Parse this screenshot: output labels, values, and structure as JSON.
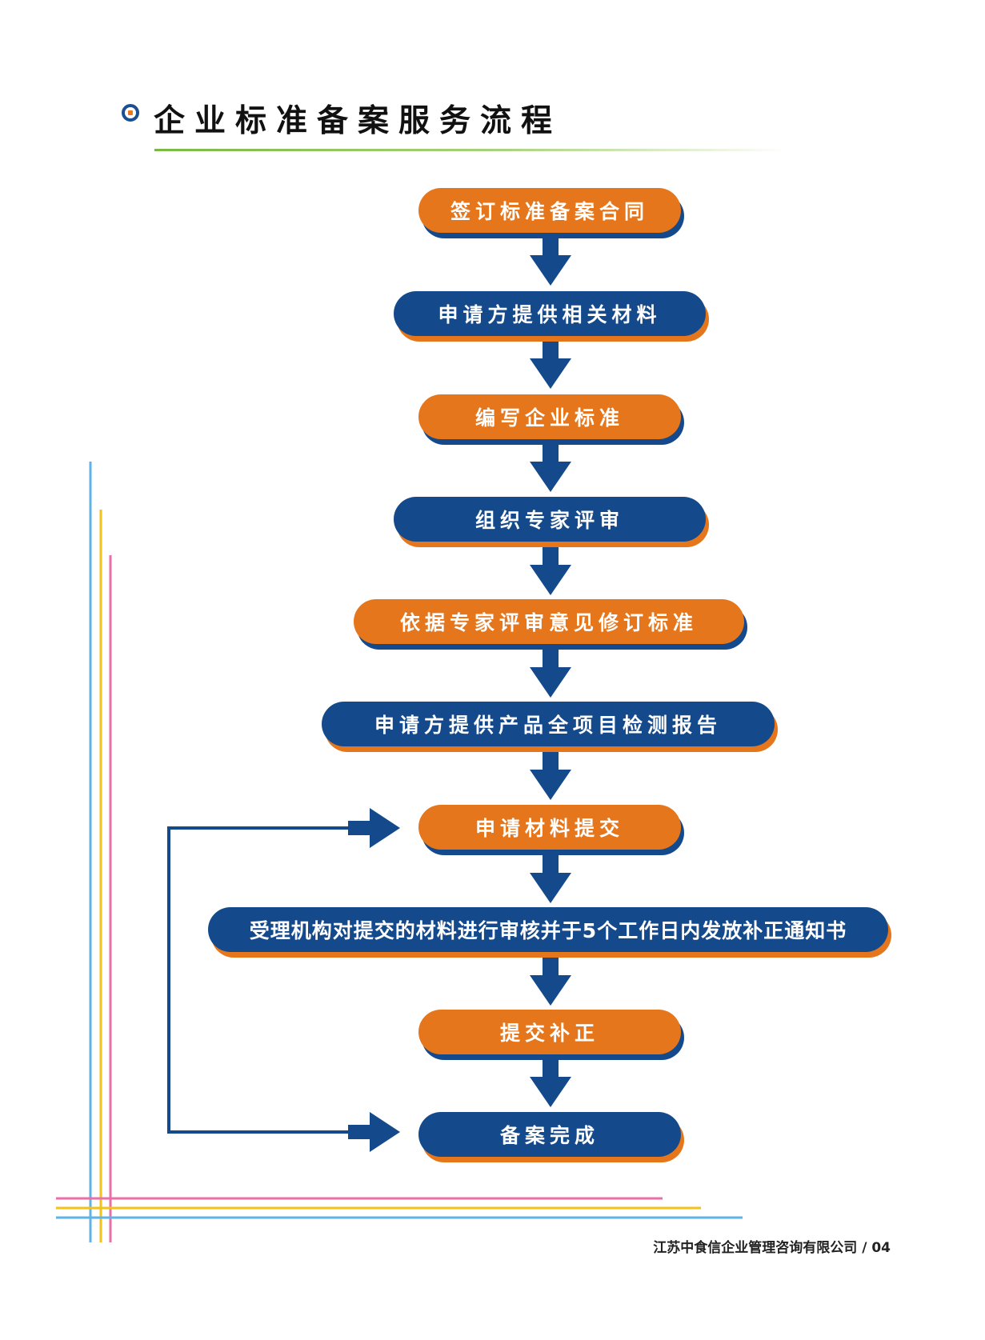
{
  "title": "企业标准备案服务流程",
  "steps": [
    {
      "label": "签订标准备案合同",
      "style": "orange"
    },
    {
      "label": "申请方提供相关材料",
      "style": "blue"
    },
    {
      "label": "编写企业标准",
      "style": "orange"
    },
    {
      "label": "组织专家评审",
      "style": "blue"
    },
    {
      "label": "依据专家评审意见修订标准",
      "style": "orange"
    },
    {
      "label": "申请方提供产品全项目检测报告",
      "style": "blue"
    },
    {
      "label": "申请材料提交",
      "style": "orange"
    },
    {
      "label": "受理机构对提交的材料进行审核并于5个工作日内发放补正通知书",
      "style": "blue"
    },
    {
      "label": "提交补正",
      "style": "orange"
    },
    {
      "label": "备案完成",
      "style": "blue"
    }
  ],
  "footer": "江苏中食信企业管理咨询有限公司 / 04",
  "colors": {
    "orange": "#e6761b",
    "blue": "#144a8c",
    "accent_line": "#78b943"
  }
}
